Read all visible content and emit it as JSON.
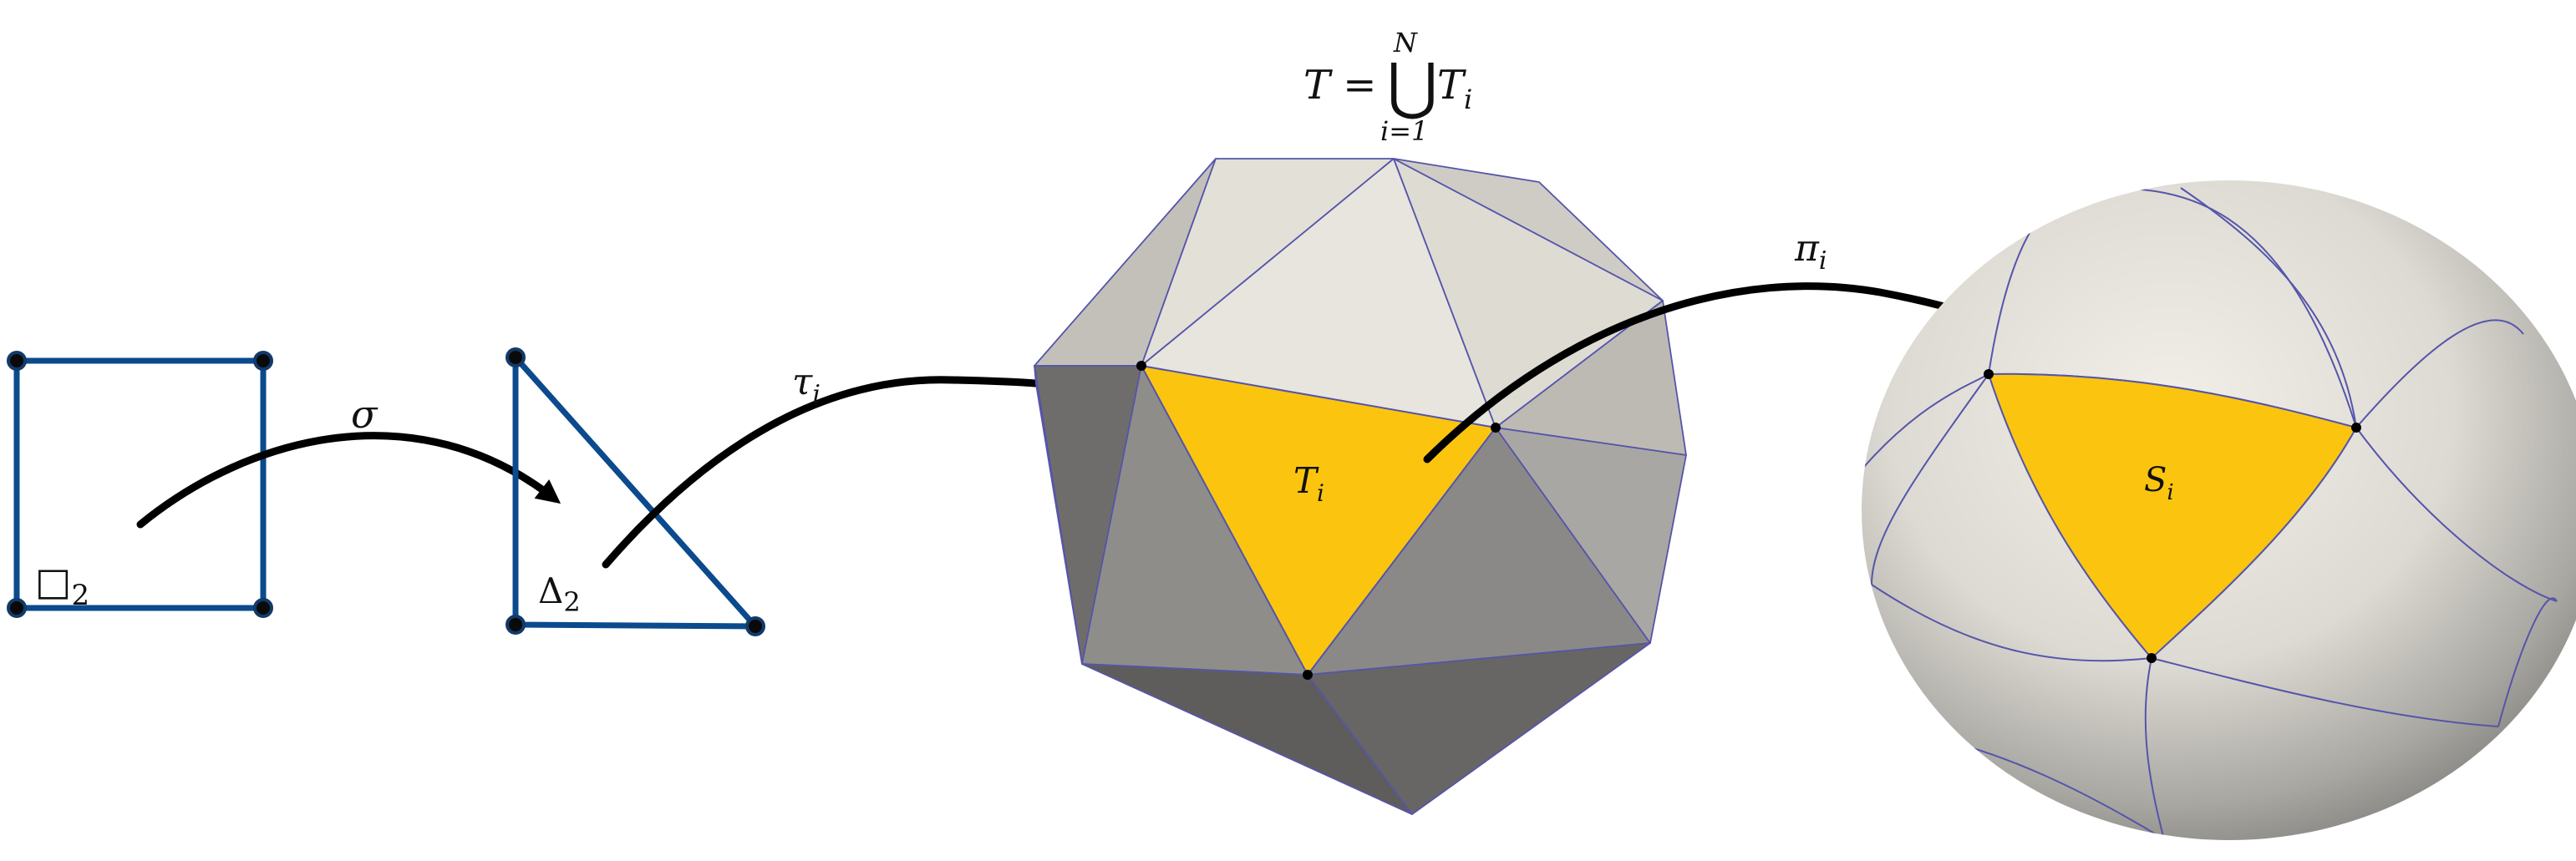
{
  "labels": {
    "square": "□",
    "square_sub": "2",
    "triangle": "Δ",
    "triangle_sub": "2",
    "sigma": "σ",
    "tau": "τ",
    "tau_sub": "i",
    "pi": "π",
    "pi_sub": "i",
    "patch": "T",
    "patch_sub": "i",
    "sphere_patch": "S",
    "sphere_patch_sub": "i",
    "union_lhs": "T =",
    "union_op": "⋃",
    "union_upper": "N",
    "union_lower": "i=1",
    "union_rhs": "T",
    "union_rhs_sub": "i"
  },
  "colors": {
    "edge_blue": "#0b4a8c",
    "highlight": "#fbc50f",
    "mesh_line": "#5555aa",
    "arrow": "#000000"
  }
}
